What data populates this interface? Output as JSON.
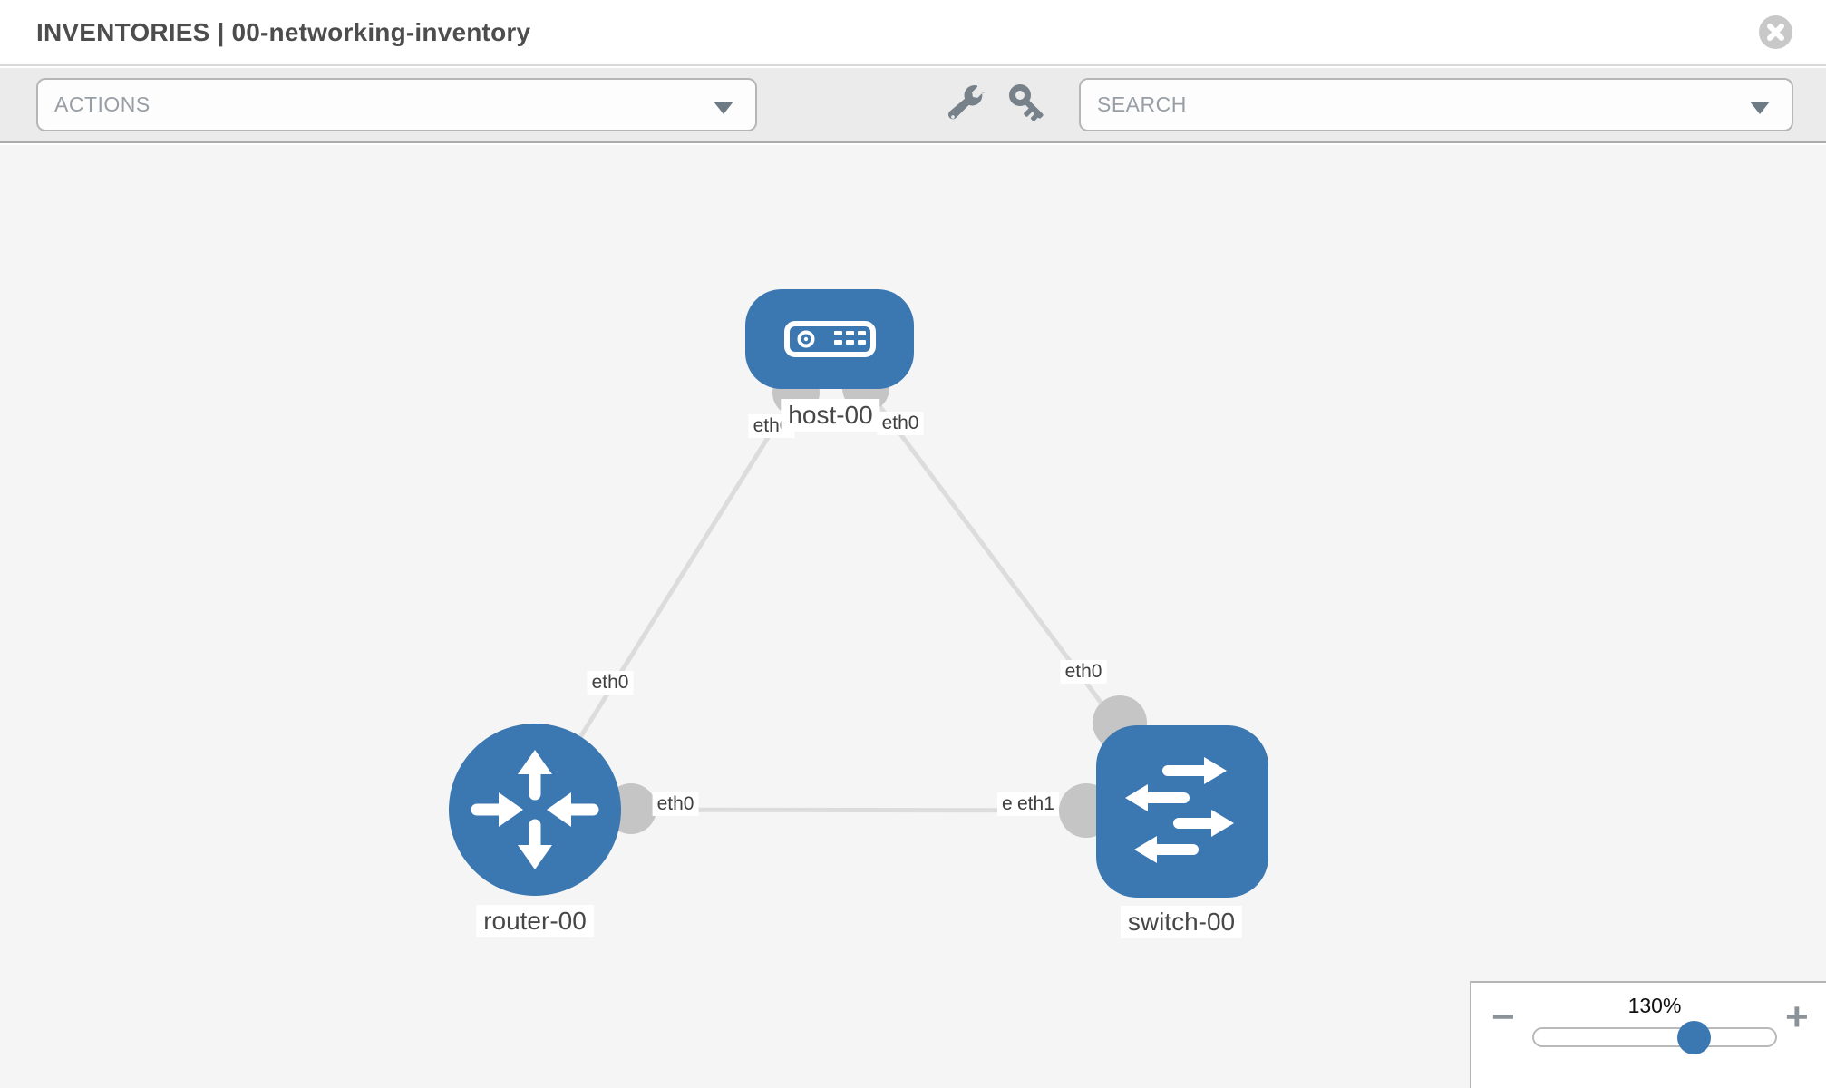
{
  "header": {
    "title": "INVENTORIES | 00-networking-inventory",
    "close_icon": "close-x"
  },
  "toolbar": {
    "actions_label": "ACTIONS",
    "search_placeholder": "SEARCH",
    "icons": [
      "wrench-icon",
      "key-icon",
      "chevron-down-icon"
    ]
  },
  "canvas": {
    "nodes": [
      {
        "id": "host-00",
        "label": "host-00",
        "type": "host",
        "icon": "server-icon"
      },
      {
        "id": "router-00",
        "label": "router-00",
        "type": "router",
        "icon": "router-arrows-icon"
      },
      {
        "id": "switch-00",
        "label": "switch-00",
        "type": "switch",
        "icon": "switch-arrows-icon"
      }
    ],
    "links": [
      {
        "from": "host-00",
        "to": "router-00",
        "from_interface": "eth0",
        "to_interface": "eth0"
      },
      {
        "from": "host-00",
        "to": "switch-00",
        "from_interface": "eth0",
        "to_interface": "eth0"
      },
      {
        "from": "router-00",
        "to": "switch-00",
        "from_interface": "eth0",
        "to_interface": "eth1",
        "overlapped_interface_label": "eth0"
      }
    ]
  },
  "zoom_control": {
    "level": "130%",
    "minus_icon": "−",
    "plus_icon": "+"
  },
  "colors": {
    "node_blue": "#3b77b1",
    "link_gray": "#dcdcdc",
    "interface_circle_gray": "#c5c5c5",
    "canvas_bg": "#f5f5f5",
    "toolbar_bg": "#ebebeb"
  }
}
